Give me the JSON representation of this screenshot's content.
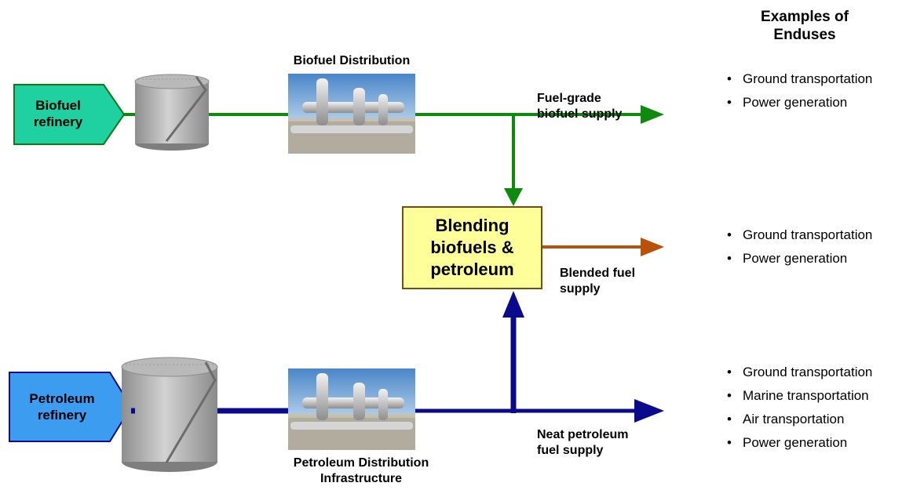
{
  "biofuel_refinery": {
    "line1": "Biofuel",
    "line2": "refinery"
  },
  "petroleum_refinery": {
    "line1": "Petroleum",
    "line2": "refinery"
  },
  "biofuel_distribution": {
    "label": "Biofuel Distribution"
  },
  "petroleum_distribution": {
    "line1": "Petroleum Distribution",
    "line2": "Infrastructure"
  },
  "blending": {
    "line1": "Blending",
    "line2": "biofuels &",
    "line3": "petroleum"
  },
  "outputs": {
    "biofuel_supply": {
      "line1": "Fuel-grade",
      "line2": "biofuel supply"
    },
    "blended_supply": {
      "line1": "Blended fuel",
      "line2": "supply"
    },
    "petroleum_supply": {
      "line1": "Neat petroleum",
      "line2": "fuel supply"
    }
  },
  "enduses": {
    "title_line1": "Examples of",
    "title_line2": "Enduses",
    "biofuel": [
      "Ground transportation",
      "Power generation"
    ],
    "blended": [
      "Ground transportation",
      "Power generation"
    ],
    "petroleum": [
      "Ground transportation",
      "Marine transportation",
      "Air transportation",
      "Power generation"
    ]
  },
  "colors": {
    "biofuel_refinery_fill": "#1fd0a0",
    "biofuel_flow": "#0f8a0f",
    "petroleum_refinery_fill": "#3b9cf0",
    "petroleum_flow": "#0a0a8c",
    "blended_flow": "#b8520a",
    "blend_box_fill": "#ffff99",
    "blend_box_border": "#7a4a12"
  }
}
